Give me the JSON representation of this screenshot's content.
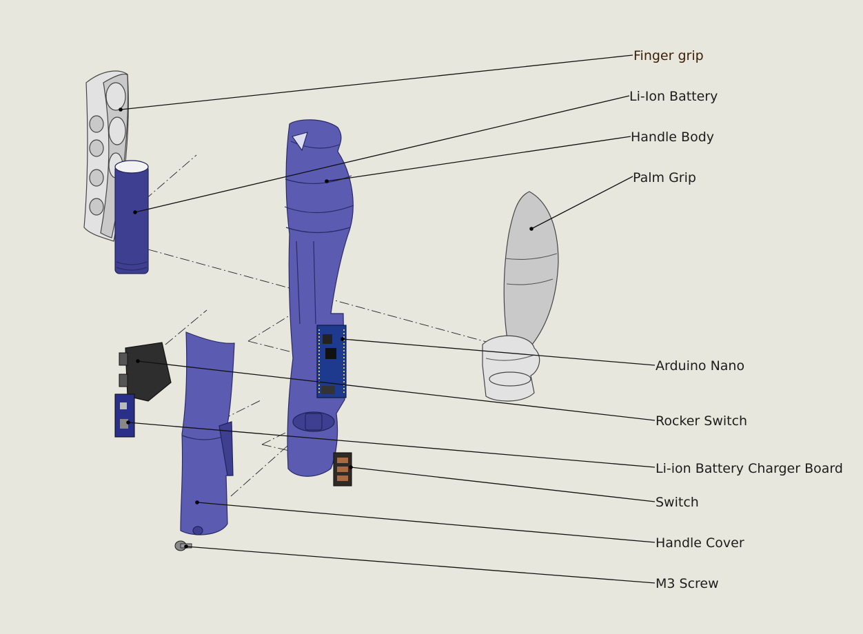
{
  "labels": [
    {
      "id": "finger-grip",
      "text": "Finger grip"
    },
    {
      "id": "li-ion-battery",
      "text": "Li-Ion Battery"
    },
    {
      "id": "handle-body",
      "text": "Handle Body"
    },
    {
      "id": "palm-grip",
      "text": "Palm Grip"
    },
    {
      "id": "arduino-nano",
      "text": "Arduino Nano"
    },
    {
      "id": "rocker-switch",
      "text": "Rocker Switch"
    },
    {
      "id": "charger-board",
      "text": "Li-ion Battery Charger Board"
    },
    {
      "id": "switch",
      "text": "Switch"
    },
    {
      "id": "handle-cover",
      "text": "Handle Cover"
    },
    {
      "id": "m3-screw",
      "text": "M3 Screw"
    }
  ],
  "colors": {
    "background": "#e8e7dd",
    "part_blue": "#5b5bb2",
    "part_grey": "#c9c9c9"
  }
}
